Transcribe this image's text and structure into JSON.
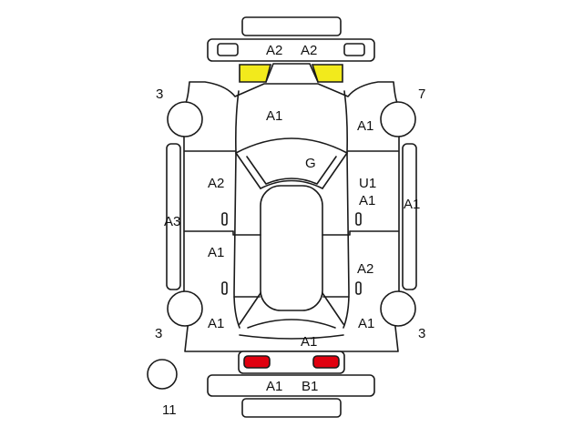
{
  "colors": {
    "outline": "#1a1a1a",
    "headlight_fill": "#f2ea1c",
    "taillight_fill": "#e0000f",
    "background": "#ffffff"
  },
  "labels": {
    "front_bumper_left": "A2",
    "front_bumper_right": "A2",
    "wheel_front_left": "3",
    "wheel_front_right": "7",
    "hood": "A1",
    "front_fender_right": "A1",
    "windshield": "G",
    "front_door_left": "A2",
    "front_door_right_1": "U1",
    "front_door_right_2": "A1",
    "rocker_left": "A3",
    "rocker_right": "A1",
    "rear_door_left": "A1",
    "rear_door_right": "A2",
    "wheel_rear_left": "3",
    "wheel_rear_right": "3",
    "rear_quarter_left": "A1",
    "rear_quarter_right": "A1",
    "trunk": "A1",
    "rear_bumper_left": "A1",
    "rear_bumper_right": "B1",
    "spare_tire": "11"
  }
}
